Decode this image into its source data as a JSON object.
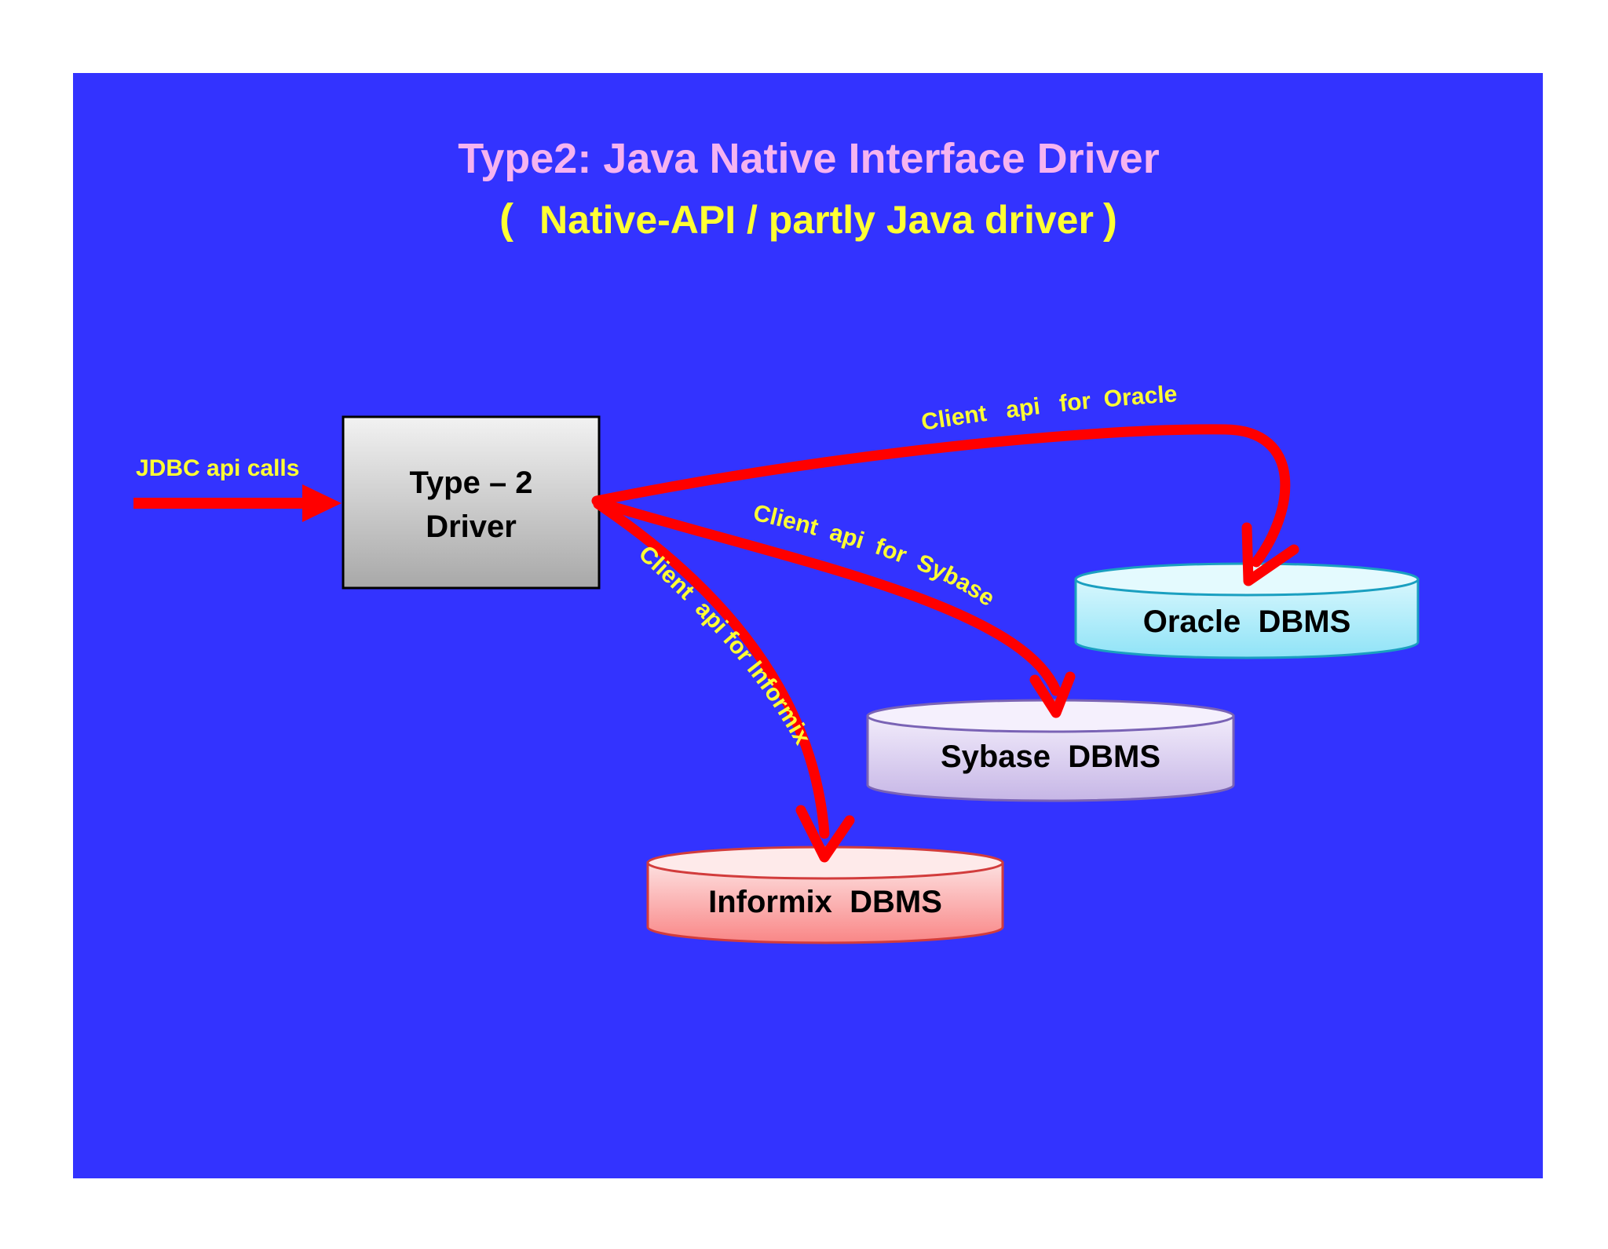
{
  "title": {
    "line1": "Type2: Java Native Interface Driver",
    "paren_open": "(",
    "line2": "Native-API / partly Java driver",
    "paren_close": ")"
  },
  "input_label": "JDBC api calls",
  "driver_box": {
    "line1": "Type – 2",
    "line2": "Driver"
  },
  "connections": {
    "oracle": "Client   api   for  Oracle",
    "sybase": "Client  api  for  Sybase",
    "informix": "Client  api for Informix"
  },
  "databases": {
    "oracle": "Oracle  DBMS",
    "sybase": "Sybase  DBMS",
    "informix": "Informix  DBMS"
  },
  "colors": {
    "slide_background": "#3333ff",
    "title_line1": "#f5b3f0",
    "title_line2": "#ffff33",
    "arrow": "#ff0000",
    "connection_label": "#ffff33",
    "oracle_db": "#a6ecfb",
    "sybase_db": "#d9cdf0",
    "informix_db": "#fba5a5"
  }
}
